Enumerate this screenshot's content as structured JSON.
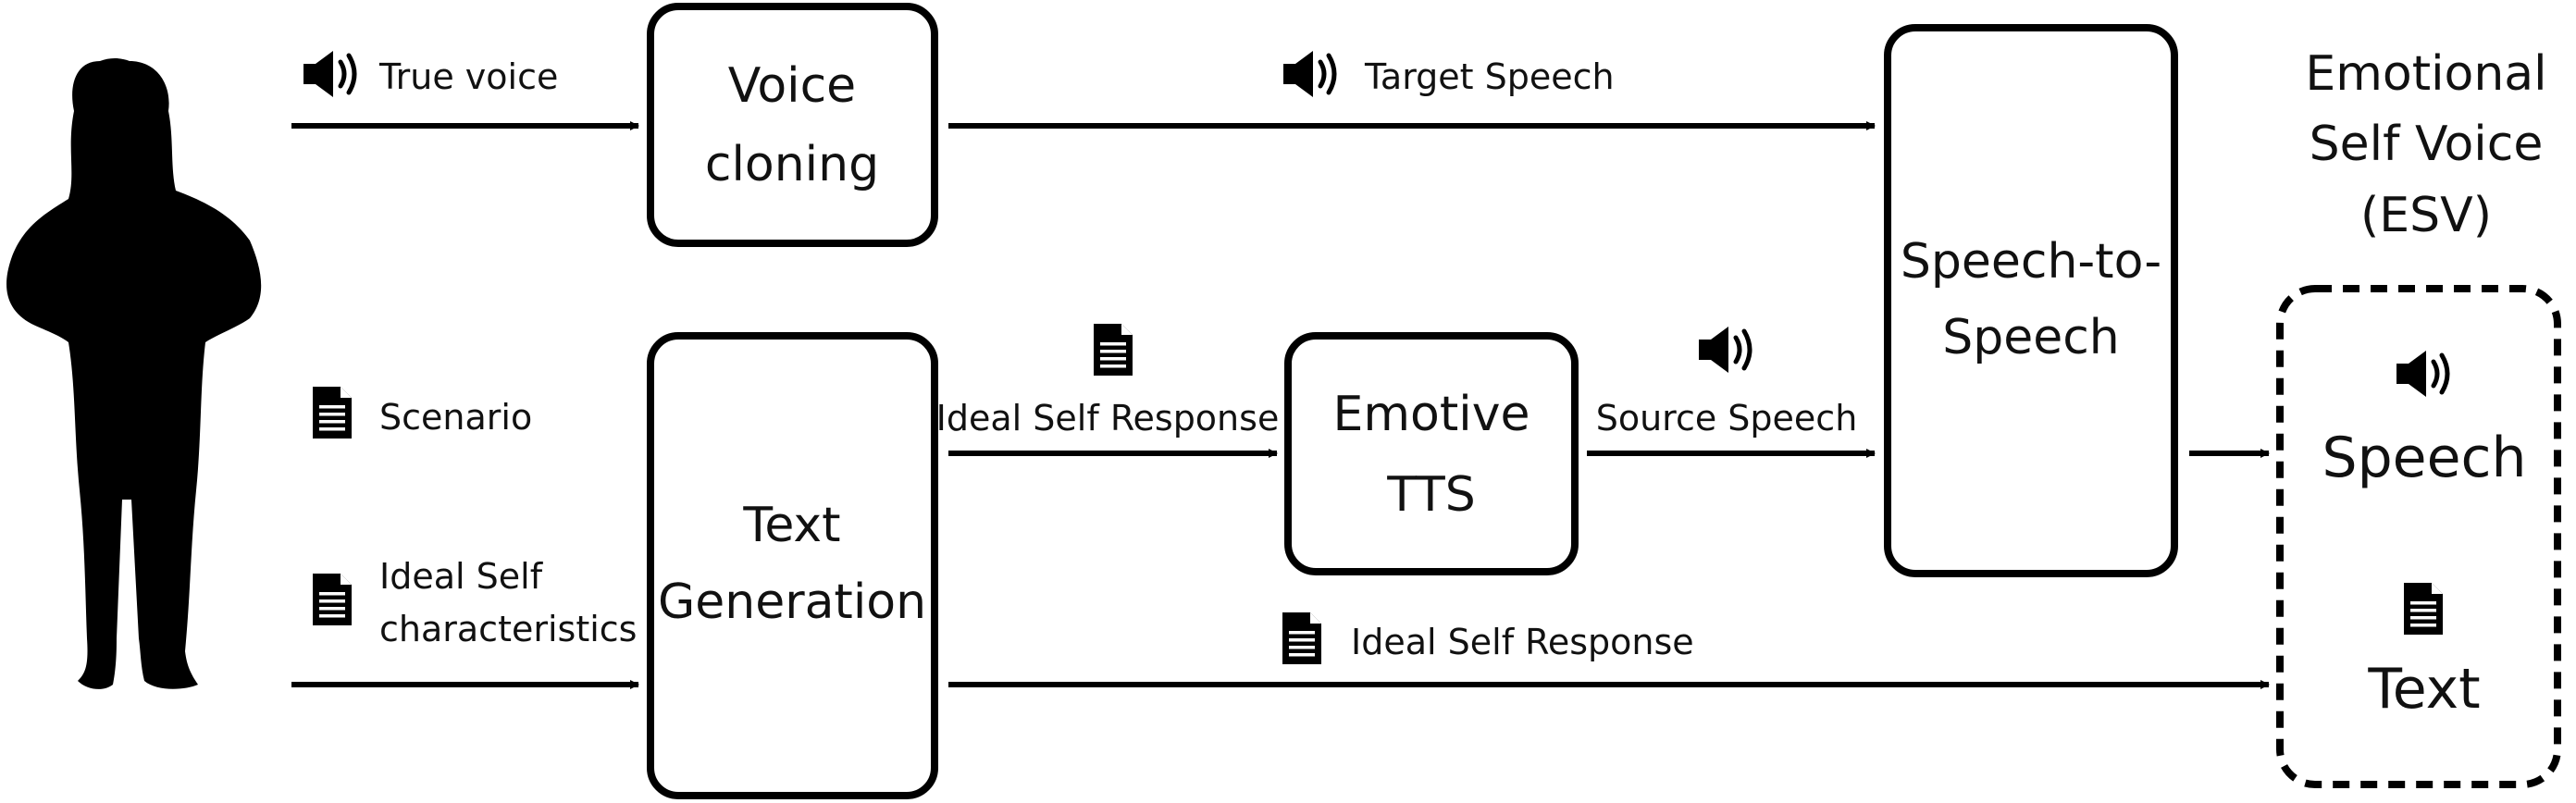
{
  "inputs": {
    "true_voice": "True voice",
    "scenario": "Scenario",
    "ideal_self_line1": "Ideal Self",
    "ideal_self_line2": "characteristics"
  },
  "boxes": {
    "voice_cloning": [
      "Voice",
      "cloning"
    ],
    "text_generation": [
      "Text",
      "Generation"
    ],
    "emotive_tts": [
      "Emotive",
      "TTS"
    ],
    "speech_to_speech": [
      "Speech-to-",
      "Speech"
    ]
  },
  "edges": {
    "target_speech": "Target Speech",
    "ideal_self_response_upper": "Ideal Self Response",
    "source_speech": "Source Speech",
    "ideal_self_response_lower": "Ideal Self Response"
  },
  "output": {
    "title": [
      "Emotional",
      "Self Voice",
      "(ESV)"
    ],
    "speech": "Speech",
    "text": "Text"
  },
  "icons": {
    "person": "person-silhouette",
    "speaker": "speaker-icon",
    "document": "document-icon"
  },
  "colors": {
    "ink": "#000000",
    "background": "#ffffff"
  }
}
